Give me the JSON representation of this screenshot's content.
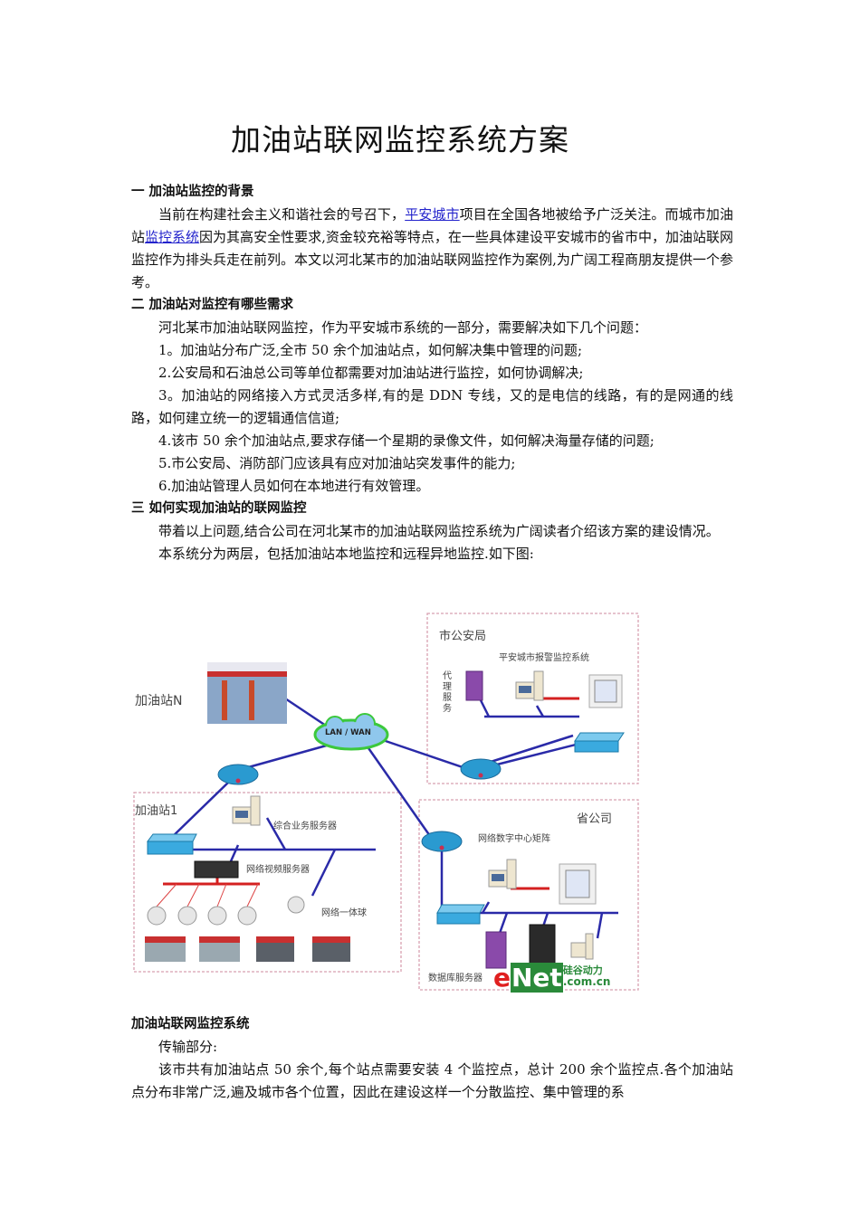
{
  "document": {
    "title": "加油站联网监控系统方案",
    "sections": [
      {
        "heading": "一 加油站监控的背景",
        "paragraph": {
          "part1": "当前在构建社会主义和谐社会的号召下，",
          "link1": "平安城市",
          "part2": "项目在全国各地被给予广泛关注。而城市加油站",
          "link2": "监控系统",
          "part3": "因为其高安全性要求,资金较充裕等特点，在一些具体建设平安城市的省市中，加油站联网监控作为排头兵走在前列。本文以河北某市的加油站联网监控作为案例,为广阔工程商朋友提供一个参考。"
        }
      },
      {
        "heading": "二 加油站对监控有哪些需求",
        "intro": "河北某市加油站联网监控，作为平安城市系统的一部分，需要解决如下几个问题：",
        "items": [
          "1。加油站分布广泛,全市 50 余个加油站点，如何解决集中管理的问题;",
          "2.公安局和石油总公司等单位都需要对加油站进行监控，如何协调解决;",
          "3。加油站的网络接入方式灵活多样,有的是 DDN 专线，又的是电信的线路，有的是网通的线路，如何建立统一的逻辑通信信道;",
          "4.该市 50 余个加油站点,要求存储一个星期的录像文件，如何解决海量存储的问题;",
          "5.市公安局、消防部门应该具有应对加油站突发事件的能力;",
          "6.加油站管理人员如何在本地进行有效管理。"
        ]
      },
      {
        "heading": "三 如何实现加油站的联网监控",
        "paragraphs": [
          "带着以上问题,结合公司在河北某市的加油站联网监控系统为广阔读者介绍该方案的建设情况。",
          "本系统分为两层，包括加油站本地监控和远程异地监控.如下图:"
        ]
      }
    ],
    "diagram": {
      "station_n": "加油站N",
      "cloud": "LAN / WAN",
      "police": "市公安局",
      "police_system": "平安城市报警监控系统",
      "proxy": "代理服务",
      "station_1": "加油站1",
      "biz_server": "综合业务服务器",
      "video_server": "网络视频服务器",
      "dome": "网络一体球",
      "province": "省公司",
      "matrix": "网络数字中心矩阵",
      "db_server": "数据库服务器",
      "watermark_e": "e",
      "watermark_net": "Net",
      "watermark_cn": "硅谷动力",
      "watermark_domain": ".com.cn",
      "colors": {
        "link": "#2a2aa8",
        "red_link": "#d42020",
        "router": "#2a9ad0",
        "cloud_fill": "#8fc7ec",
        "cloud_border": "#3cc83c"
      }
    },
    "after": {
      "heading": "加油站联网监控系统",
      "sub": "传输部分:",
      "paragraph": "该市共有加油站点 50 余个,每个站点需要安装 4 个监控点，总计 200 余个监控点.各个加油站点分布非常广泛,遍及城市各个位置，因此在建设这样一个分散监控、集中管理的系"
    }
  }
}
